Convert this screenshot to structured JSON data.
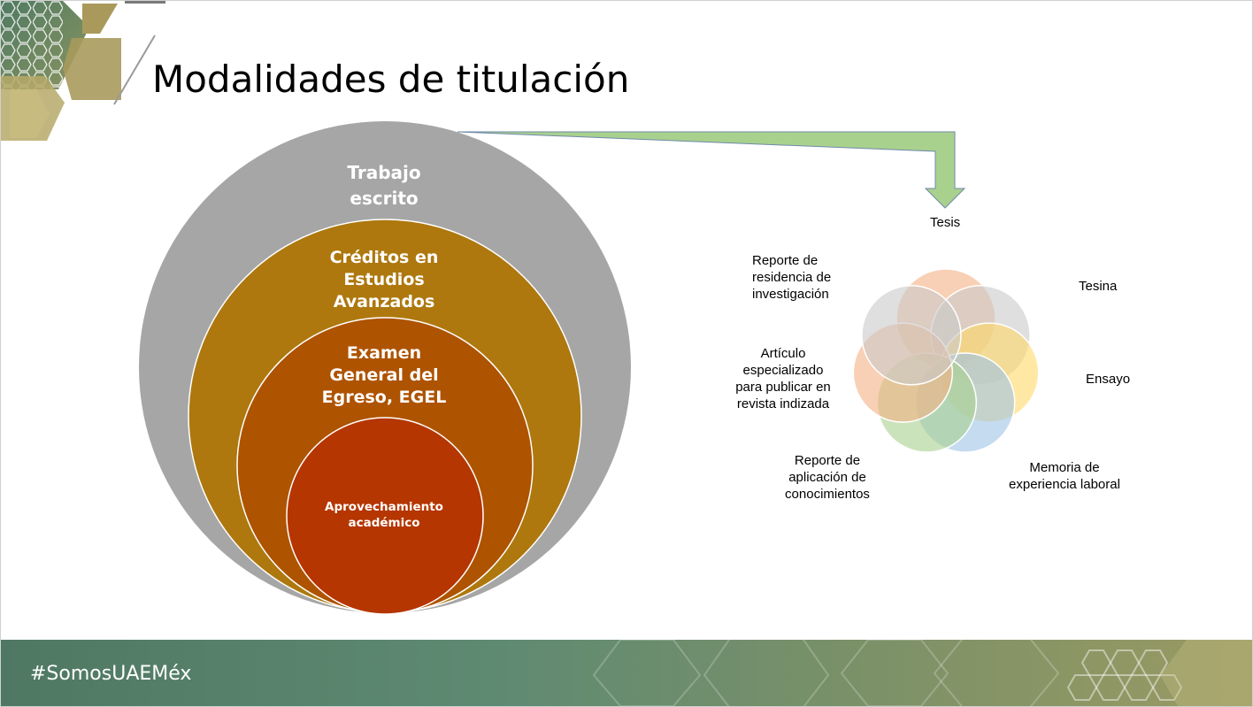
{
  "slide": {
    "title": "Modalidades de titulación",
    "footer_tag": "#SomosUAEMéx"
  },
  "nested_circles": [
    {
      "label": "Trabajo\nescrito",
      "color": "#a6a6a6"
    },
    {
      "label": "Créditos en\nEstudios\nAvanzados",
      "color": "#ae780e"
    },
    {
      "label": "Examen\nGeneral del\nEgreso, EGEL",
      "color": "#ae5300"
    },
    {
      "label": "Aprovechamiento\nacadémico",
      "color": "#b53600"
    }
  ],
  "arrow_color": "#a9d18e",
  "petals": [
    {
      "label": "Tesis",
      "color": "#f4b183"
    },
    {
      "label": "Tesina",
      "color": "#c9c9c9"
    },
    {
      "label": "Ensayo",
      "color": "#ffd966"
    },
    {
      "label": "Memoria de\nexperiencia laboral",
      "color": "#9dc3e6"
    },
    {
      "label": "Reporte de\naplicación de\nconocimientos",
      "color": "#a9d18e"
    },
    {
      "label": "Artículo\nespecializado\npara publicar en\nrevista indizada",
      "color": "#f4b183"
    },
    {
      "label": "Reporte de\nresidencia de\ninvestigación",
      "color": "#c9c9c9"
    }
  ]
}
